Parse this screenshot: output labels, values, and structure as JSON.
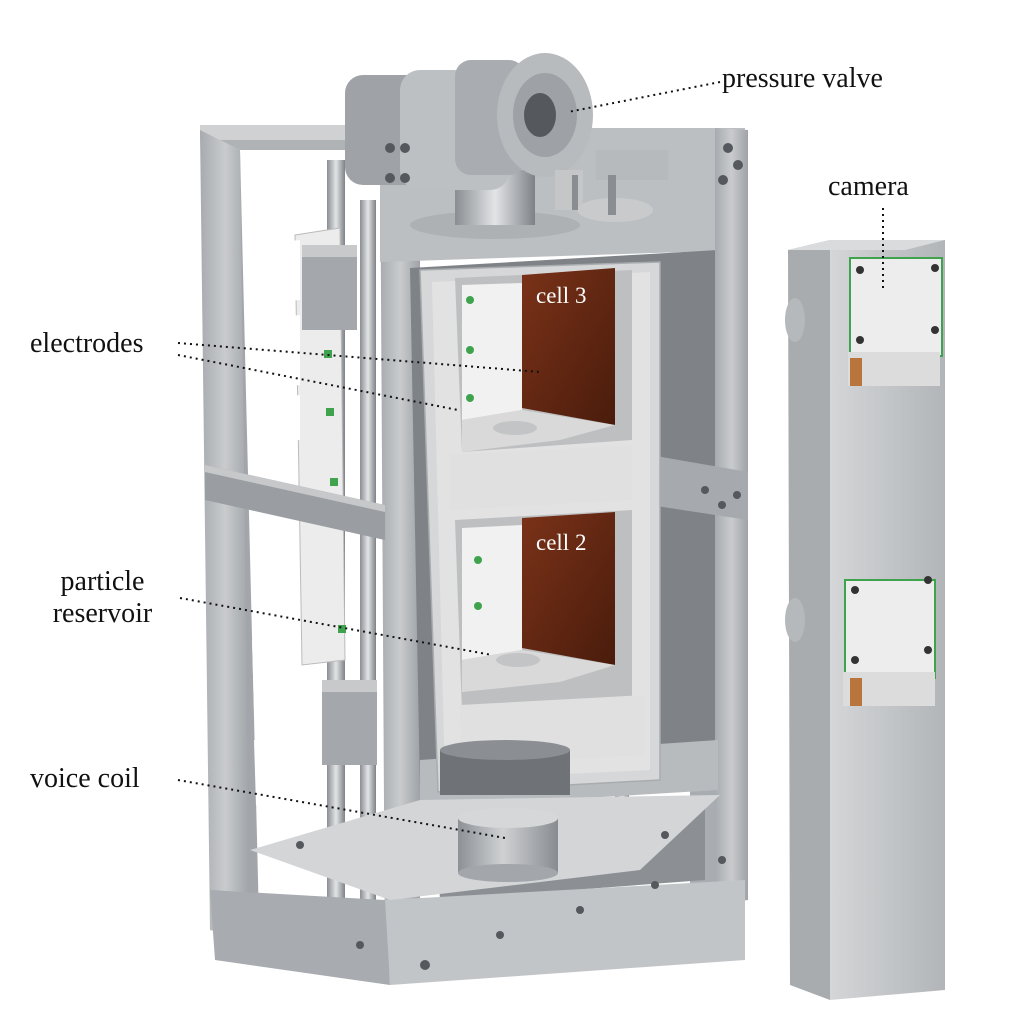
{
  "labels": {
    "pressure_valve": "pressure valve",
    "camera": "camera",
    "electrodes": "electrodes",
    "particle_reservoir_line1": "particle",
    "particle_reservoir_line2": "reservoir",
    "voice_coil": "voice coil",
    "cell_3": "cell 3",
    "cell_2": "cell 2"
  },
  "colors": {
    "frame": "#b9bcbf",
    "frame_dark": "#8f9397",
    "frame_light": "#d4d6d8",
    "cell_wall": "#d9d9d9",
    "electrode_copper": "#6a2a14",
    "pcb_green": "#3fa34d",
    "camera_body": "#c4c6c8"
  }
}
